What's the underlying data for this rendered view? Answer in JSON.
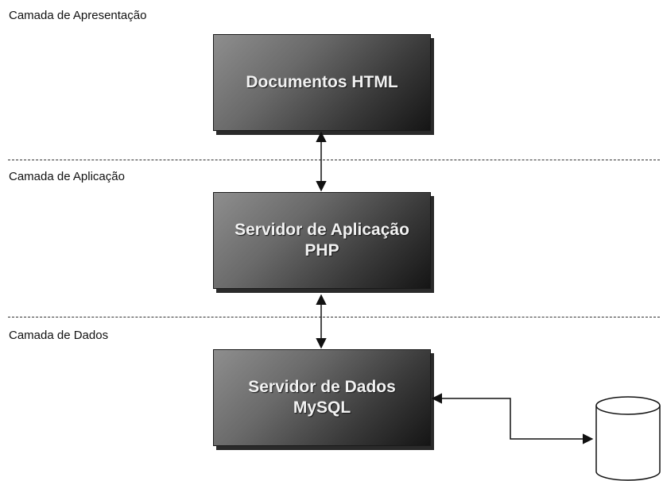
{
  "layers": [
    {
      "label": "Camada de Apresentação"
    },
    {
      "label": "Camada de Aplicação"
    },
    {
      "label": "Camada de Dados"
    }
  ],
  "boxes": {
    "presentation": {
      "lines": [
        "Documentos HTML"
      ]
    },
    "application": {
      "lines": [
        "Servidor de Aplicação",
        "PHP"
      ]
    },
    "data": {
      "lines": [
        "Servidor de Dados",
        "MySQL"
      ]
    }
  },
  "colors": {
    "box_gradient_light": "#8e8e8e",
    "box_gradient_dark": "#151515",
    "box_text": "#f2f2f2",
    "line": "#111111"
  },
  "icons": {
    "database": "database-cylinder-icon"
  }
}
